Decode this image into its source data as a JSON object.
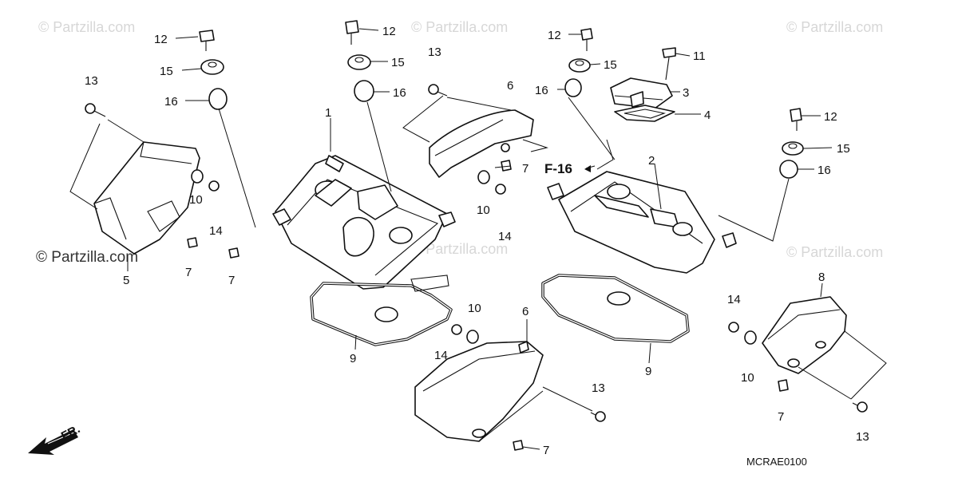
{
  "watermark": {
    "text": "© Partzilla.com"
  },
  "diagram_code": "MCRAE0100",
  "front_indicator": {
    "label": "FR."
  },
  "ref_callout": {
    "label": "F-16"
  },
  "callouts": [
    "1",
    "2",
    "3",
    "4",
    "5",
    "6",
    "6",
    "7",
    "7",
    "7",
    "7",
    "7",
    "8",
    "9",
    "9",
    "10",
    "10",
    "10",
    "10",
    "11",
    "12",
    "12",
    "12",
    "12",
    "13",
    "13",
    "13",
    "13",
    "14",
    "14",
    "14",
    "14",
    "15",
    "15",
    "15",
    "15",
    "16",
    "16",
    "16",
    "16"
  ]
}
